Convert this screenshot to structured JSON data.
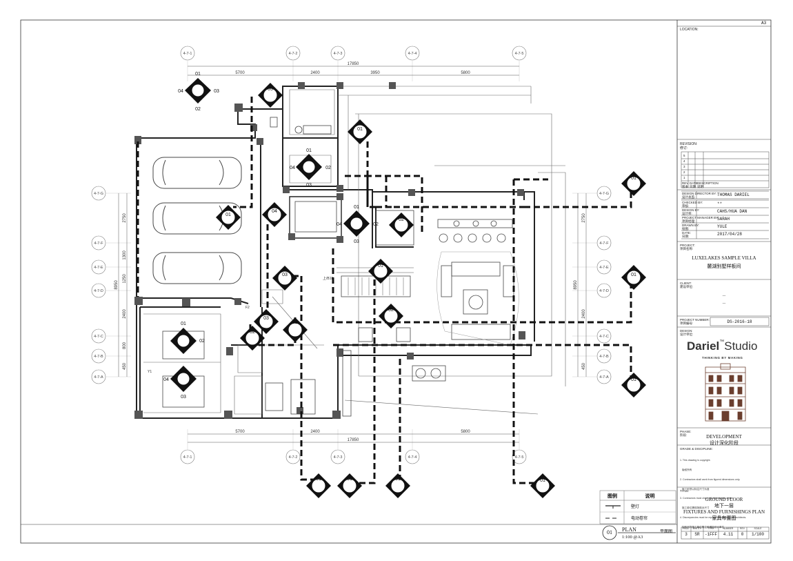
{
  "sheet": {
    "size_label": "A3",
    "location_label": "LOCATION:"
  },
  "grid": {
    "top_markers": [
      "4-7-1",
      "4-7-2",
      "4-7-3",
      "4-7-4",
      "4-7-5"
    ],
    "bottom_markers": [
      "4-7-1",
      "4-7-2",
      "4-7-3",
      "4-7-4",
      "4-7-5"
    ],
    "left_markers": [
      "4-7-G",
      "4-7-F",
      "4-7-E",
      "4-7-D",
      "4-7-C",
      "4-7-B",
      "4-7-A"
    ],
    "right_markers": [
      "4-7-G",
      "4-7-F",
      "4-7-E",
      "4-7-D",
      "4-7-C",
      "4-7-B",
      "4-7-A"
    ],
    "dim_total_top": "17850",
    "dim_segments_top": [
      "5700",
      "2400",
      "3950",
      "5800"
    ],
    "dim_total_bottom": "17850",
    "dim_segments_bottom": [
      "5700",
      "2400",
      "",
      "5800"
    ],
    "dim_vertical_total": "8950",
    "dim_vertical_segments": [
      "2750",
      "1300",
      "1250",
      "2400",
      "800",
      "450"
    ]
  },
  "elevation_marks": {
    "top_left": {
      "n": "01",
      "w": "04",
      "e": "03",
      "s": "02"
    },
    "top_left_tag": "05",
    "room_upper": {
      "n": "01",
      "w": "04",
      "e": "02",
      "s": "03"
    },
    "room_mid": {
      "n": "01",
      "w": "04",
      "e": "02",
      "s": "03"
    },
    "bedroom": {
      "n": "01",
      "e": "02",
      "w": "04",
      "s": "03"
    },
    "tags": [
      "01",
      "01",
      "04",
      "02",
      "01",
      "03",
      "03",
      "02",
      "02",
      "01",
      "01",
      "01",
      "01",
      "01",
      "01",
      "01"
    ],
    "stair_label": "上/B1F",
    "f2_label": "F2",
    "y1_label": "Y1"
  },
  "legend": {
    "header_left": "图例",
    "header_right": "说明",
    "row1": "壁灯",
    "row2": "电动卷帘"
  },
  "plan_tag": {
    "number": "01",
    "title": "PLAN",
    "title_cn": "平面图",
    "scale": "1:100 @A3"
  },
  "title_block": {
    "revision_label": "REVISION:",
    "revision_label_cn": "修订:",
    "rev_rows": [
      "5",
      "4",
      "3",
      "2",
      "1"
    ],
    "rev_head": [
      "REV",
      "DATE",
      "DESCRIPTION"
    ],
    "rev_head_cn": [
      "版本",
      "日期",
      "说明"
    ],
    "design_director_label": "DESIGN DIRECTOR BY:",
    "design_director_label_cn": "设计总监:",
    "design_director": "THOMAS DARIEL",
    "checked_label": "CHECKED BY:",
    "checked_label_cn": "审核:",
    "checked": "**",
    "designed_label": "DESIGN BY:",
    "designed_label_cn": "设计师:",
    "designed": "CAHS/HUA DAN",
    "pm_label": "PROJECT MANAGER BY:",
    "pm_label_cn": "项目经理:",
    "pm": "SARAH",
    "drawn_label": "DRAWN BY:",
    "drawn_label_cn": "绘图:",
    "drawn": "YULE",
    "date_label": "DATE:",
    "date_label_cn": "日期:",
    "date": "2017/04/28",
    "project_label": "PROJECT:",
    "project_label_cn": "项目名称:",
    "project": "LUXELAKES SAMPLE VILLA",
    "project_cn": "麓湖别墅样板间",
    "client_label": "CLIENT:",
    "client_label_cn": "建设单位:",
    "client_line1": "—",
    "client_line2": "—",
    "project_number_label": "PROJECT NUMBER:",
    "project_number_label_cn": "项目编号:",
    "project_number": "DS-2016-18",
    "design_label": "DESIGN:",
    "design_label_cn": "设计单位:",
    "brand_main": "Dariel",
    "brand_tm": "™",
    "brand_studio": "Studio",
    "brand_tagline": "THINKING BY MAKING",
    "phase_label": "PHASE:",
    "phase_label_cn": "阶段:",
    "phase": "DEVELOPMENT",
    "phase_cn": "设计深化阶段",
    "grade_label": "GRADE & DISCIPLINE:",
    "notes": [
      "1. This drawing is copyright.",
      "   版权所有",
      "2. Contractors shall work from figured dimensions only.",
      "   施工时须以标注尺寸为准",
      "3. Contractors must check all dimensions on site.",
      "   施工单位需现场核对尺寸",
      "4. Discrepancies must be reported immediately to architects.",
      "   如有不符施工单位需立即通知设计单位"
    ],
    "title_label": "TITLE:",
    "title_line1": "GROUND   FLOOR",
    "title_line2": "地下一层",
    "title_line3": "FIXTURES AND FURNISHINGS PLAN",
    "title_line4": "家具布置图",
    "foot_heads": [
      "PAGE",
      "ENTITY",
      "TYPE",
      "NUMBER",
      "REV",
      "SCALE"
    ],
    "foot_vals": [
      "3",
      "SR",
      "-1FFF",
      "4.11",
      "0",
      "1/100"
    ]
  }
}
